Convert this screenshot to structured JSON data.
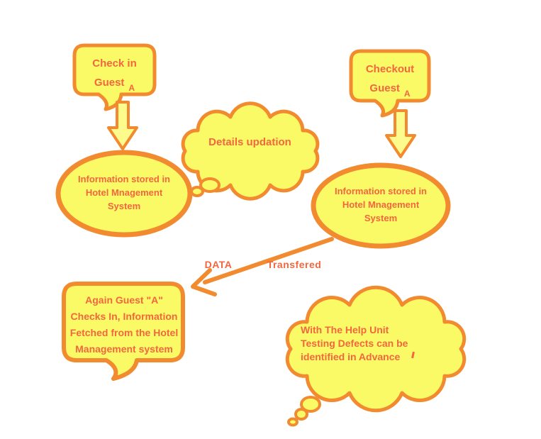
{
  "colors": {
    "background": "#FFFFFF",
    "shape_fill": "#FAF966",
    "arrow_fill": "#FCFB8C",
    "outline": "#F28A2F",
    "text": "#F2673F"
  },
  "checkin_bubble": {
    "line1": "Check in",
    "line2": "Guest",
    "sub": "A"
  },
  "checkout_bubble": {
    "line1": "Checkout",
    "line2": "Guest",
    "sub": "A"
  },
  "left_ellipse": {
    "line1": "Information stored in",
    "line2": "Hotel Mnagement",
    "line3": "System"
  },
  "right_ellipse": {
    "line1": "Information stored in",
    "line2": "Hotel Mnagement",
    "line3": "System"
  },
  "details_cloud": {
    "label": "Details updation"
  },
  "transfer_arrow": {
    "label_left": "DATA",
    "label_right": "Transfered"
  },
  "again_bubble": {
    "line1": "Again Guest \"A\"",
    "line2": "Checks In, Information",
    "line3": "Fetched from the Hotel",
    "line4": "Management system"
  },
  "unit_testing_cloud": {
    "line1": "With The Help Unit",
    "line2": "Testing Defects can be",
    "line3": "identified in Advance"
  }
}
